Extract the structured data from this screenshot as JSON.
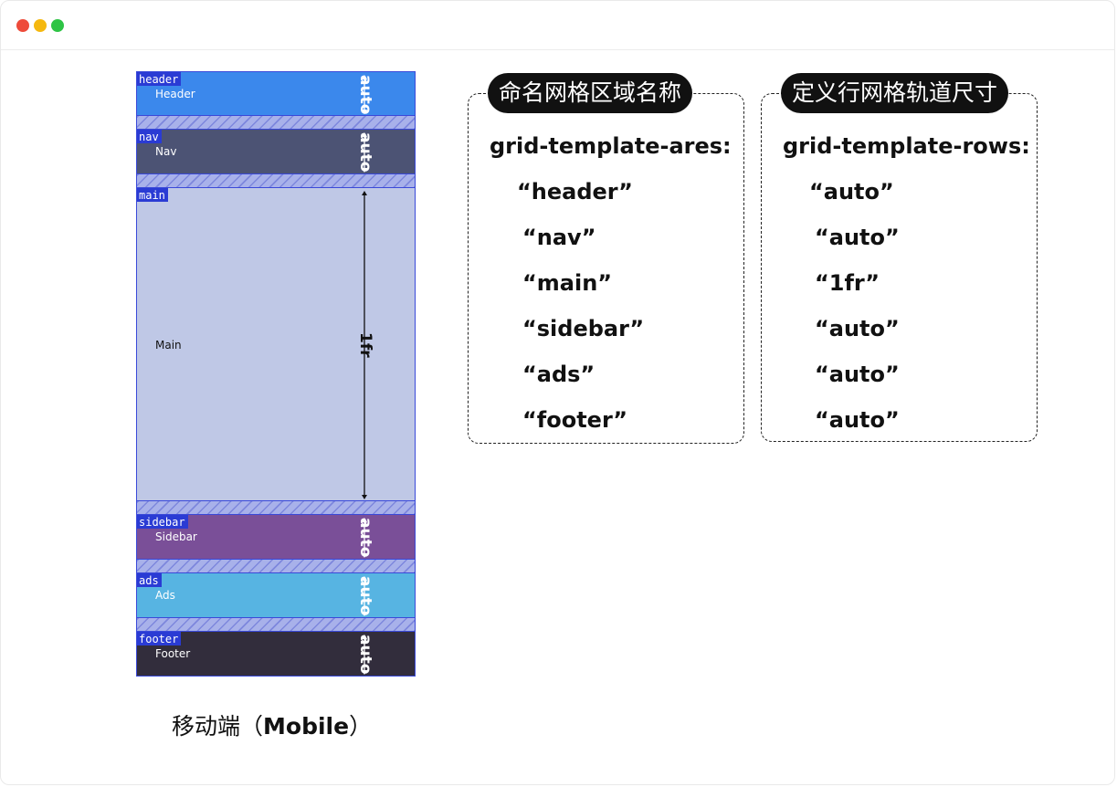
{
  "window": {
    "controls": [
      {
        "name": "close",
        "color": "#ee4b3a"
      },
      {
        "name": "minimize",
        "color": "#f5b80f"
      },
      {
        "name": "maximize",
        "color": "#2ec445"
      }
    ]
  },
  "grid_areas": [
    {
      "tag": "header",
      "label": "Header",
      "size": "auto",
      "bg": "#3b88ec",
      "fg": "#ffffff"
    },
    {
      "tag": "nav",
      "label": "Nav",
      "size": "auto",
      "bg": "#4c5374",
      "fg": "#ffffff"
    },
    {
      "tag": "main",
      "label": "Main",
      "size": "1fr",
      "bg": "#bfc8e6",
      "fg": "#111111"
    },
    {
      "tag": "sidebar",
      "label": "Sidebar",
      "size": "auto",
      "bg": "#7a4f98",
      "fg": "#ffffff"
    },
    {
      "tag": "ads",
      "label": "Ads",
      "size": "auto",
      "bg": "#57b4e2",
      "fg": "#ffffff"
    },
    {
      "tag": "footer",
      "label": "Footer",
      "size": "auto",
      "bg": "#322d3c",
      "fg": "#ffffff"
    }
  ],
  "caption": {
    "zh": "移动端（",
    "en": "Mobile",
    "close": "）"
  },
  "areas_panel": {
    "title": "命名网格区域名称",
    "property": "grid-template-ares:",
    "values": [
      "“header”",
      "“nav”",
      "“main”",
      "“sidebar”",
      "“ads”",
      "“footer”"
    ]
  },
  "rows_panel": {
    "title": "定义行网格轨道尺寸",
    "property": "grid-template-rows:",
    "values": [
      "“auto”",
      "“auto”",
      "“1fr”",
      "“auto”",
      "“auto”",
      "“auto”"
    ]
  }
}
